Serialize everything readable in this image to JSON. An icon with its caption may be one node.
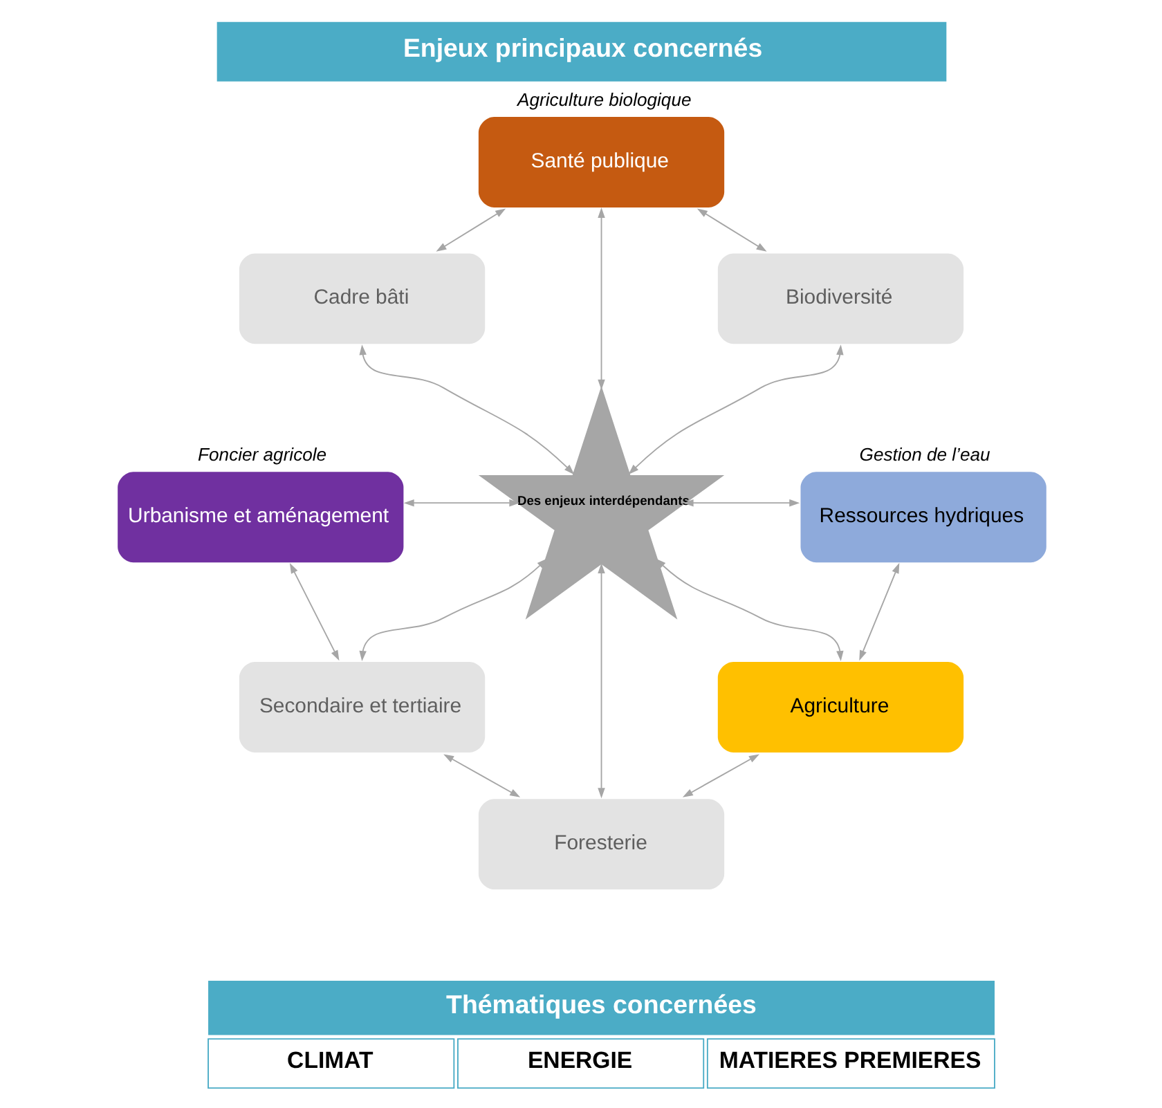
{
  "diagram": {
    "title": "Enjeux principaux concernés",
    "nodes": [
      {
        "text": [
          "Santé publique"
        ],
        "beside": [
          "Agriculture biologique"
        ]
      },
      {
        "text": [
          "Cadre bâti"
        ]
      },
      {
        "text": [
          "Biodiversité"
        ]
      },
      {
        "text": [
          "Urbanisme et aménagement"
        ],
        "beside": [
          "Foncier agricole"
        ]
      },
      {
        "text": [
          "Des enjeux interdépendants"
        ]
      },
      {
        "text": [
          "Ressources hydriques"
        ],
        "beside": [
          "Gestion de l’eau"
        ]
      },
      {
        "text": [
          "Secondaire et tertiaire"
        ]
      },
      {
        "text": [
          "Agriculture"
        ]
      },
      {
        "text": [
          "Foresterie"
        ]
      }
    ],
    "edges": [
      {
        "from": 0,
        "to": 1,
        "arrow": "both"
      },
      {
        "from": 0,
        "to": 2,
        "arrow": "both"
      },
      {
        "from": 0,
        "to": 4,
        "arrow": "both"
      },
      {
        "from": 1,
        "to": 4,
        "arrow": "both"
      },
      {
        "from": 2,
        "to": 4,
        "arrow": "both"
      },
      {
        "from": 3,
        "to": 4,
        "arrow": "both"
      },
      {
        "from": 4,
        "to": 5,
        "arrow": "both"
      },
      {
        "from": 3,
        "to": 6,
        "arrow": "both"
      },
      {
        "from": 4,
        "to": 6,
        "arrow": "both"
      },
      {
        "from": 4,
        "to": 8,
        "arrow": "both"
      },
      {
        "from": 4,
        "to": 7,
        "arrow": "both"
      },
      {
        "from": 5,
        "to": 7,
        "arrow": "both"
      },
      {
        "from": 6,
        "to": 8,
        "arrow": "both"
      },
      {
        "from": 7,
        "to": 8,
        "arrow": "both"
      }
    ],
    "labels": [
      "Thématiques concernées",
      "CLIMAT",
      "ENERGIE",
      "MATIERES PREMIERES"
    ]
  }
}
